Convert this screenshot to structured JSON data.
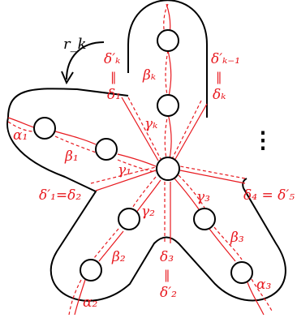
{
  "map_label": "r_k",
  "labels": {
    "delta_k_prime": "δ′ₖ",
    "eq_left_top": "‖",
    "delta_1": "δ₁",
    "beta_k": "βₖ",
    "delta_km1_prime": "δ′ₖ₋₁",
    "eq_right_top": "‖",
    "delta_k": "δₖ",
    "gamma_k": "γₖ",
    "alpha_1": "α₁",
    "beta_1": "β₁",
    "gamma_1": "γ₁",
    "dots": "⋮",
    "delta_1_eq_delta_2": "δ′₁=δ₂",
    "delta_4_eq_delta_5": "δ₄ = δ′₅",
    "gamma_2": "γ₂",
    "gamma_3": "γ₃",
    "beta_2": "β₂",
    "beta_3": "β₃",
    "delta_3": "δ₃",
    "eq_bottom": "‖",
    "delta_2_prime": "δ′₂",
    "alpha_2": "α₂",
    "alpha_3": "α₃"
  },
  "colors": {
    "curve": "#e8191f",
    "surface": "#000000"
  }
}
